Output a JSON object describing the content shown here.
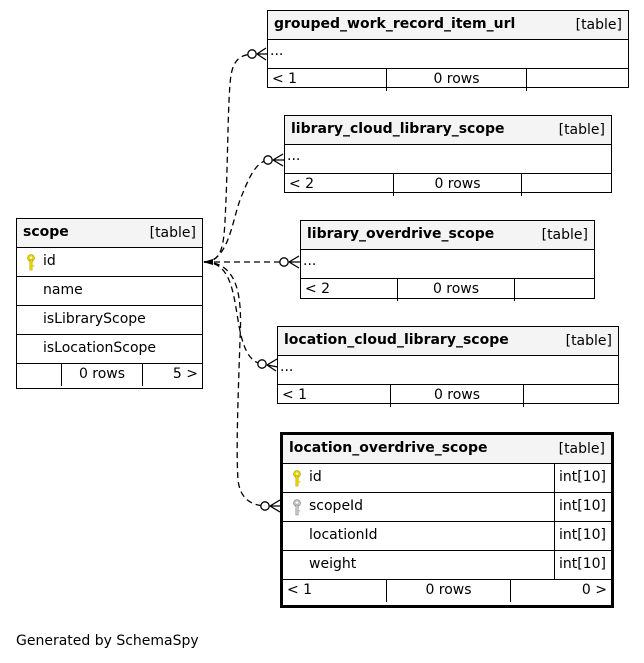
{
  "tables": {
    "grouped": {
      "name": "grouped_work_record_item_url",
      "type": "[table]",
      "rows": [
        "..."
      ],
      "footer": {
        "left": "< 1",
        "middle": "0 rows",
        "right": ""
      }
    },
    "library_cloud": {
      "name": "library_cloud_library_scope",
      "type": "[table]",
      "rows": [
        "..."
      ],
      "footer": {
        "left": "< 2",
        "middle": "0 rows",
        "right": ""
      }
    },
    "library_overdrive": {
      "name": "library_overdrive_scope",
      "type": "[table]",
      "rows": [
        "..."
      ],
      "footer": {
        "left": "< 2",
        "middle": "0 rows",
        "right": ""
      }
    },
    "scope": {
      "name": "scope",
      "type": "[table]",
      "columns": [
        "id",
        "name",
        "isLibraryScope",
        "isLocationScope"
      ],
      "footer": {
        "left": "",
        "middle": "0 rows",
        "right": "5 >"
      }
    },
    "location_cloud": {
      "name": "location_cloud_library_scope",
      "type": "[table]",
      "rows": [
        "..."
      ],
      "footer": {
        "left": "< 1",
        "middle": "0 rows",
        "right": ""
      }
    },
    "location_overdrive": {
      "name": "location_overdrive_scope",
      "type": "[table]",
      "columns": [
        {
          "name": "id",
          "type": "int[10]"
        },
        {
          "name": "scopeId",
          "type": "int[10]"
        },
        {
          "name": "locationId",
          "type": "int[10]"
        },
        {
          "name": "weight",
          "type": "int[10]"
        }
      ],
      "footer": {
        "left": "< 1",
        "middle": "0 rows",
        "right": "0 >"
      }
    }
  },
  "footer_note": "Generated by SchemaSpy",
  "colors": {
    "primary_key": "#e8d800",
    "foreign_key": "#b0b0b0",
    "header_bg": "#f4f4f4"
  }
}
